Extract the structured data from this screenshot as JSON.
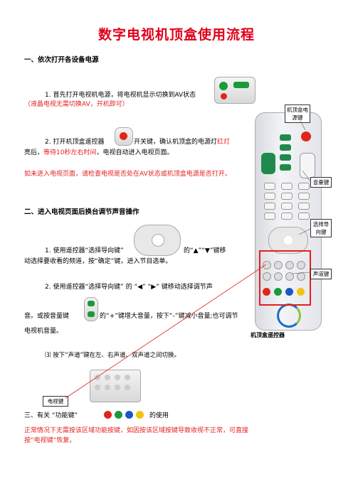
{
  "title": "数字电视机顶盒使用流程",
  "section1": {
    "heading": "一、依次打开各设备电源",
    "step1": "1. 首先打开电视机电源，将电视机显示切换到AV状态",
    "step1_note": "（液晶电视无需切换AV，开机即可）",
    "step2a": "2. 打开机顶盒遥控器",
    "step2b": "开关键，确认机顶盒的电源灯",
    "step2_red1": "红灯",
    "step2_line2a": "亮后，",
    "step2_red2": "等待10秒左右时间",
    "step2_line2b": "，电视自动进入电视页面。",
    "warning": "如未进入电视页面，请检查电视是否处在AV状态或机顶盒电源是否打开。"
  },
  "section2": {
    "heading": "二、进入电视页面后换台调节声音操作",
    "step1a": "1. 使用遥控器“选择导向键”",
    "step1b": "的“▲”“▼”键移",
    "step1c": "动选择要收看的频道，按“确定”键，进入节目选单。",
    "step2a": "2. 使用遥控器“选择导向键” 的 “◀” “▶” 键移动选择调节声",
    "step2b": "音。或按音量键",
    "step2c": "的“+”键增大音量，按下“-”键减小音量;也可调节",
    "step2d": "电视机音量。",
    "step3": "⑶  按下“声道”键在左、右声道、双声道之间切换。"
  },
  "section3": {
    "heading_a": "三、有关  “功能键”",
    "heading_b": "的使用",
    "note": "正常情况下无需按该区域功能按键，如因按该区域按键导致收视不正常，可直接按“电视键”恢复。"
  },
  "callouts": {
    "power": "机顶盒电源键",
    "volume": "音量键",
    "nav": "选择导向键",
    "channel": "声道键",
    "tv_key": "电视键"
  },
  "remote_caption": "机顶盒遥控器",
  "colors": {
    "title": "#e0001a",
    "red_text": "#e41f1f",
    "function_keys": [
      "#e0261b",
      "#1a9a3a",
      "#1f55c8",
      "#f1c40f"
    ]
  }
}
